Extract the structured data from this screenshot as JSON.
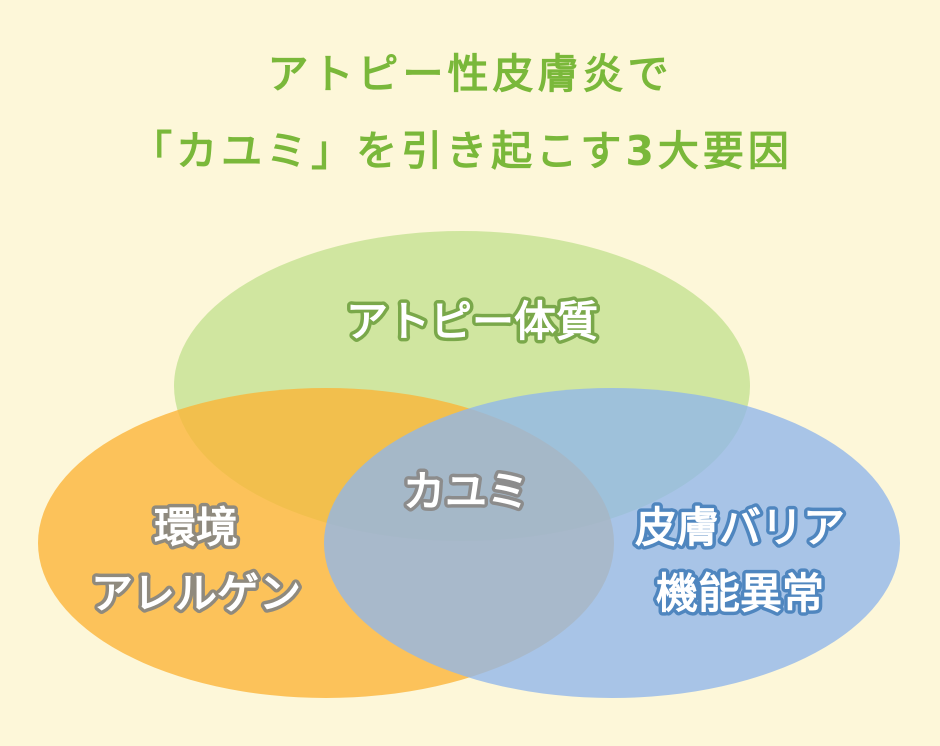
{
  "title": {
    "line1": "アトピー性皮膚炎で",
    "line2": "「カユミ」を引き起こす3大要因",
    "color": "#7ab83a"
  },
  "venn": {
    "sets": [
      {
        "name": "atopic-constitution",
        "lines": [
          "アトピー体質"
        ],
        "fill_color": "#c3e28f",
        "text_stroke_color": "#7aa84a"
      },
      {
        "name": "environmental-allergen",
        "lines": [
          "環境",
          "アレルゲン"
        ],
        "fill_color": "#fbb436",
        "text_stroke_color": "#8f8a7e"
      },
      {
        "name": "skin-barrier-dysfunction",
        "lines": [
          "皮膚バリア",
          "機能異常"
        ],
        "fill_color": "#8fb6ea",
        "text_stroke_color": "#4f86bf"
      }
    ],
    "center": {
      "label": "カユミ",
      "text_stroke_color": "#8c8c8c"
    },
    "label_fill_color": "#ffffff"
  }
}
